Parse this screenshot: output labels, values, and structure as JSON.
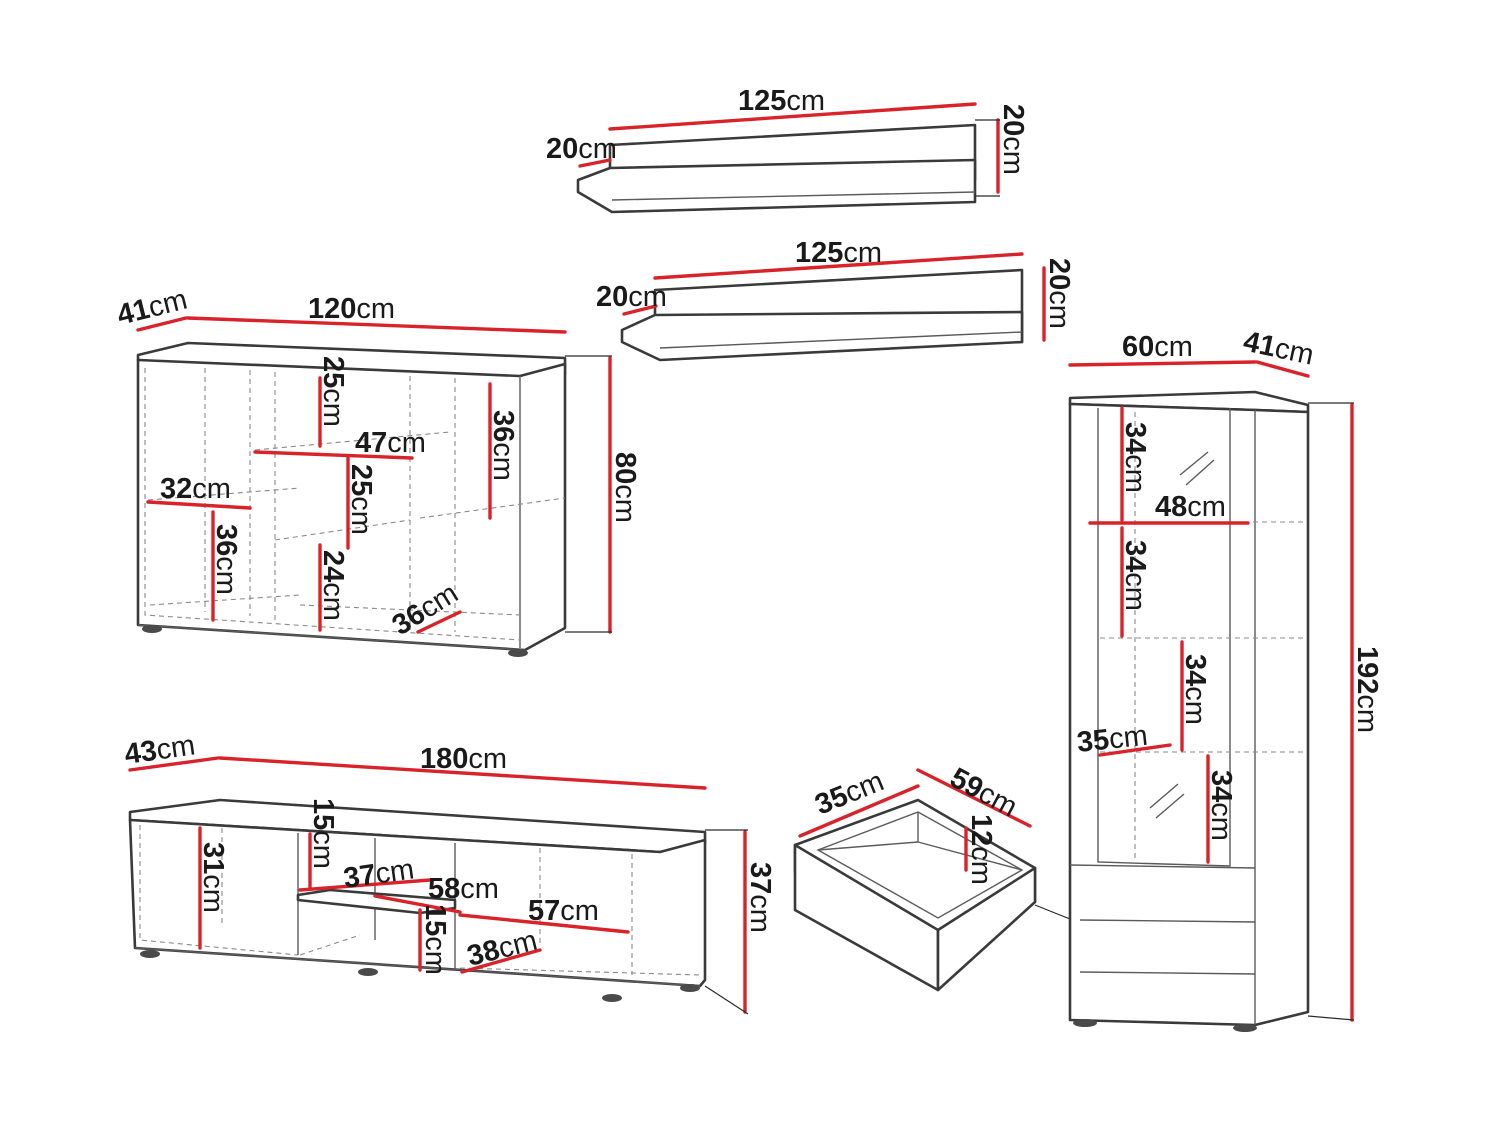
{
  "unit": "cm",
  "colors": {
    "dimension_line": "#d9232b",
    "outline": "#3a3a3a",
    "text": "#1a1a1a",
    "background": "#ffffff"
  },
  "shelf_top": {
    "width": "125",
    "depth": "20",
    "height": "20"
  },
  "shelf_middle": {
    "width": "125",
    "depth": "20",
    "height": "20"
  },
  "sideboard": {
    "depth": "41",
    "width": "120",
    "height": "80",
    "top_compartment_height": "25",
    "compartment_width": "47",
    "right_compartment_height": "36",
    "left_compartment_width": "32",
    "middle_compartment_height": "25",
    "left_lower_height": "36",
    "lower_compartment_height": "24",
    "inner_depth": "36"
  },
  "tv_stand": {
    "depth": "43",
    "width": "180",
    "height": "37",
    "left_compartment_height": "31",
    "top_compartment_height": "15",
    "compartment_width": "37",
    "middle_width": "58",
    "right_width": "57",
    "lower_compartment_height": "15",
    "inner_depth": "38"
  },
  "drawer": {
    "depth": "35",
    "width": "59",
    "height": "12"
  },
  "tall_cabinet": {
    "width": "60",
    "depth": "41",
    "height": "192",
    "top_compartment_height": "34",
    "inner_width": "48",
    "second_compartment_height": "34",
    "third_compartment_height": "34",
    "inner_depth": "35",
    "fourth_compartment_height": "34"
  }
}
